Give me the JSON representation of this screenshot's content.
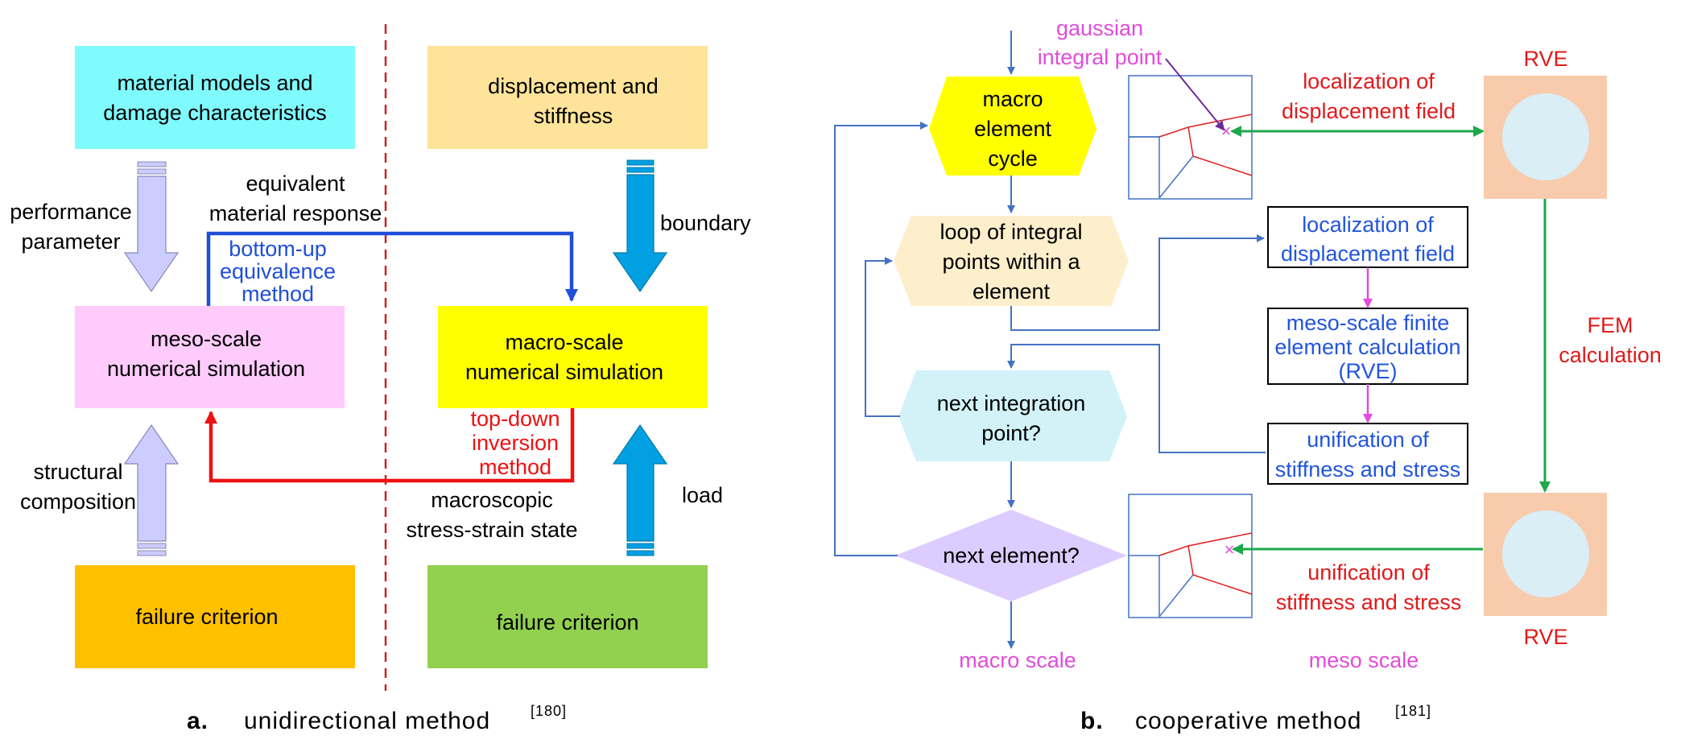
{
  "panel_a": {
    "box_material_models": [
      "material models and",
      "damage characteristics"
    ],
    "box_displacement": [
      "displacement and",
      "stiffness"
    ],
    "box_meso": [
      "meso-scale",
      "numerical simulation"
    ],
    "box_macro": [
      "macro-scale",
      "numerical simulation"
    ],
    "box_failure_left": "failure criterion",
    "box_failure_right": "failure criterion",
    "label_performance": [
      "performance",
      "parameter"
    ],
    "label_equivalent": [
      "equivalent",
      "material response"
    ],
    "label_bottom_up": [
      "bottom-up",
      "equivalence",
      "method"
    ],
    "label_boundary": "boundary",
    "label_top_down": [
      "top-down",
      "inversion",
      "method"
    ],
    "label_structural": [
      "structural",
      "composition"
    ],
    "label_macroscopic": [
      "macroscopic",
      "stress-strain state"
    ],
    "label_load": "load",
    "caption_letter": "a.",
    "caption_text": "unidirectional method",
    "caption_ref": "[180]"
  },
  "panel_b": {
    "gaussian": [
      "gaussian",
      "integral point"
    ],
    "macro_cycle": [
      "macro",
      "element",
      "cycle"
    ],
    "loop_integral": [
      "loop of integral",
      "points within a",
      "element"
    ],
    "next_integration": [
      "next integration",
      "point?"
    ],
    "next_element": "next element?",
    "macro_scale": "macro scale",
    "loc_top": [
      "localization of",
      "displacement field"
    ],
    "rve_top": "RVE",
    "box_loc": [
      "localization of",
      "displacement field"
    ],
    "box_meso_fe": [
      "meso-scale finite",
      "element calculation",
      "(RVE)"
    ],
    "box_unif": [
      "unification of",
      "stiffness and stress"
    ],
    "fem": [
      "FEM",
      "calculation"
    ],
    "unif_bottom": [
      "unification of",
      "stiffness and stress"
    ],
    "rve_bottom": "RVE",
    "meso_scale": "meso scale",
    "caption_letter": "b.",
    "caption_text": "cooperative method",
    "caption_ref": "[181]"
  },
  "colors": {
    "cyan_box": "#7ffbfd",
    "orange_light_box": "#fee49a",
    "pink_box": "#fecbfc",
    "yellow_box": "#ffff00",
    "failure_orange": "#ffc000",
    "failure_green": "#92d050",
    "lavender_arrow": "#ccccff",
    "blue_arrow": "#00a0e3",
    "blue_line": "#1f4fd8",
    "red_line": "#ee1111",
    "red_dashed": "#cc2222",
    "flow_blue": "#4472c4",
    "hex_yellow": "#ffff00",
    "hex_cream": "#fdefcc",
    "hex_cyan": "#d2f2f8",
    "diamond": "#ddccff",
    "magenta": "#e04cdc",
    "rve_square": "#f8cbad",
    "rve_circle": "#d9eef5",
    "green_line": "#1ea84a",
    "dark_red": "#e01a1a",
    "blue_text": "#2255dd"
  }
}
